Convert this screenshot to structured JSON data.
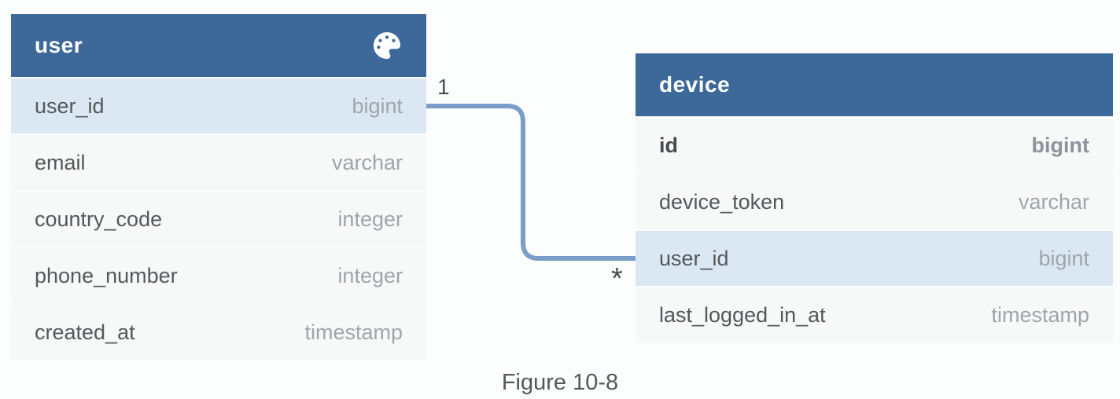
{
  "page": {
    "caption": "Figure 10-8",
    "background": "#fcfdfd"
  },
  "colors": {
    "table_header_bg": "#3d689a",
    "table_header_text": "#ffffff",
    "row_bg": "#f7f8f8",
    "highlighted_row_bg": "#dbe8f3",
    "column_name_text": "#54585b",
    "column_type_text": "#9fa5ab",
    "connector_line": "#7b9dca",
    "cardinality_text": "#4b4f52"
  },
  "tables": [
    {
      "title": "user",
      "header_icon": "palette-icon",
      "columns": [
        {
          "name": "user_id",
          "type": "bigint",
          "highlighted": true
        },
        {
          "name": "email",
          "type": "varchar",
          "highlighted": false
        },
        {
          "name": "country_code",
          "type": "integer",
          "highlighted": false
        },
        {
          "name": "phone_number",
          "type": "integer",
          "highlighted": false
        },
        {
          "name": "created_at",
          "type": "timestamp",
          "highlighted": false
        }
      ]
    },
    {
      "title": "device",
      "columns": [
        {
          "name": "id",
          "type": "bigint",
          "primary_key": true,
          "highlighted": false
        },
        {
          "name": "device_token",
          "type": "varchar",
          "highlighted": false
        },
        {
          "name": "user_id",
          "type": "bigint",
          "highlighted": true
        },
        {
          "name": "last_logged_in_at",
          "type": "timestamp",
          "highlighted": false
        }
      ]
    }
  ],
  "relationship": {
    "from_table": "user",
    "from_column": "user_id",
    "from_cardinality": "1",
    "to_table": "device",
    "to_column": "user_id",
    "to_cardinality": "*"
  }
}
